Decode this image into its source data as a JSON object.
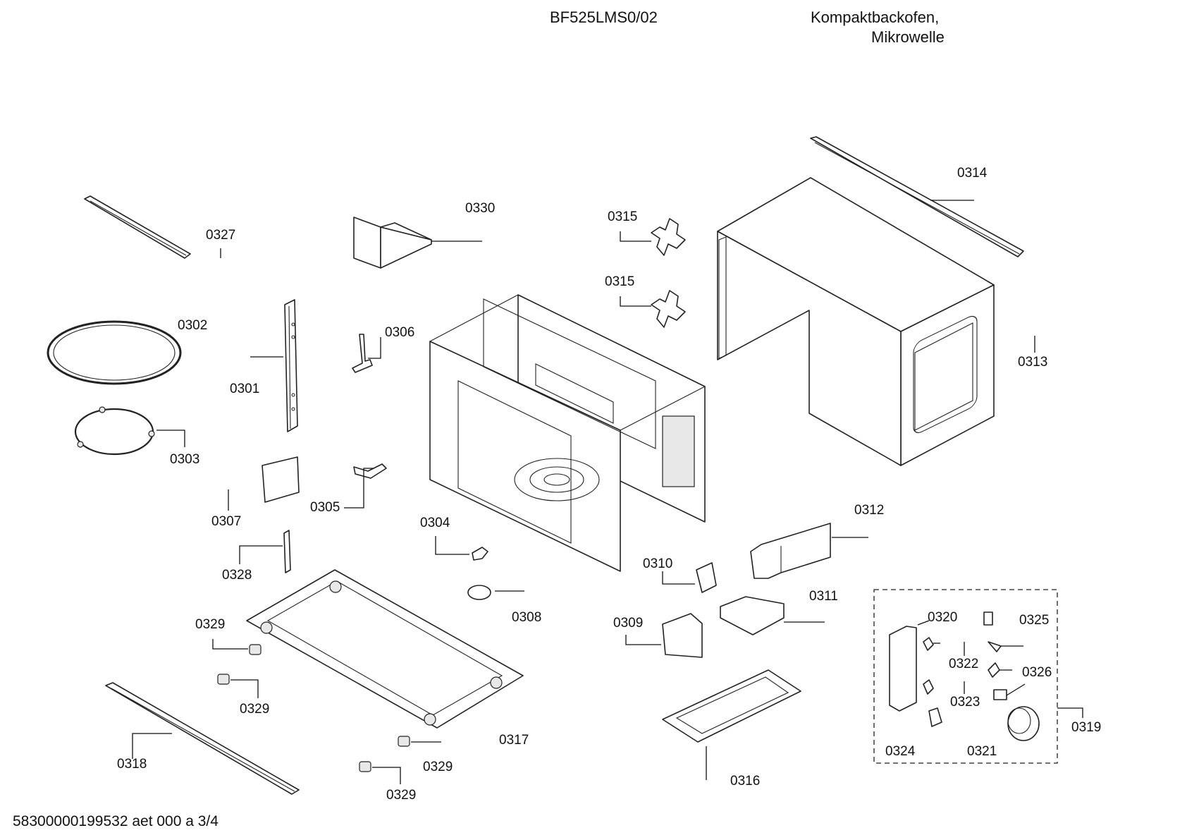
{
  "header": {
    "model": "BF525LMS0/02",
    "description_line1": "Kompaktbackofen,",
    "description_line2": "Mikrowelle"
  },
  "footer": {
    "document_id": "58300000199532 aet 000 a 3/4"
  },
  "parts": [
    {
      "id": "0327",
      "label": "0327"
    },
    {
      "id": "0302",
      "label": "0302"
    },
    {
      "id": "0301",
      "label": "0301"
    },
    {
      "id": "0303",
      "label": "0303"
    },
    {
      "id": "0307",
      "label": "0307"
    },
    {
      "id": "0328",
      "label": "0328"
    },
    {
      "id": "0330",
      "label": "0330"
    },
    {
      "id": "0306",
      "label": "0306"
    },
    {
      "id": "0305",
      "label": "0305"
    },
    {
      "id": "0304",
      "label": "0304"
    },
    {
      "id": "0308",
      "label": "0308"
    },
    {
      "id": "0315a",
      "label": "0315"
    },
    {
      "id": "0315b",
      "label": "0315"
    },
    {
      "id": "0314",
      "label": "0314"
    },
    {
      "id": "0313",
      "label": "0313"
    },
    {
      "id": "0312",
      "label": "0312"
    },
    {
      "id": "0310",
      "label": "0310"
    },
    {
      "id": "0311",
      "label": "0311"
    },
    {
      "id": "0309",
      "label": "0309"
    },
    {
      "id": "0316",
      "label": "0316"
    },
    {
      "id": "0317",
      "label": "0317"
    },
    {
      "id": "0318",
      "label": "0318"
    },
    {
      "id": "0329a",
      "label": "0329"
    },
    {
      "id": "0329b",
      "label": "0329"
    },
    {
      "id": "0329c",
      "label": "0329"
    },
    {
      "id": "0329d",
      "label": "0329"
    },
    {
      "id": "0320",
      "label": "0320"
    },
    {
      "id": "0325",
      "label": "0325"
    },
    {
      "id": "0322",
      "label": "0322"
    },
    {
      "id": "0326",
      "label": "0326"
    },
    {
      "id": "0323",
      "label": "0323"
    },
    {
      "id": "0319",
      "label": "0319"
    },
    {
      "id": "0324",
      "label": "0324"
    },
    {
      "id": "0321",
      "label": "0321"
    }
  ]
}
